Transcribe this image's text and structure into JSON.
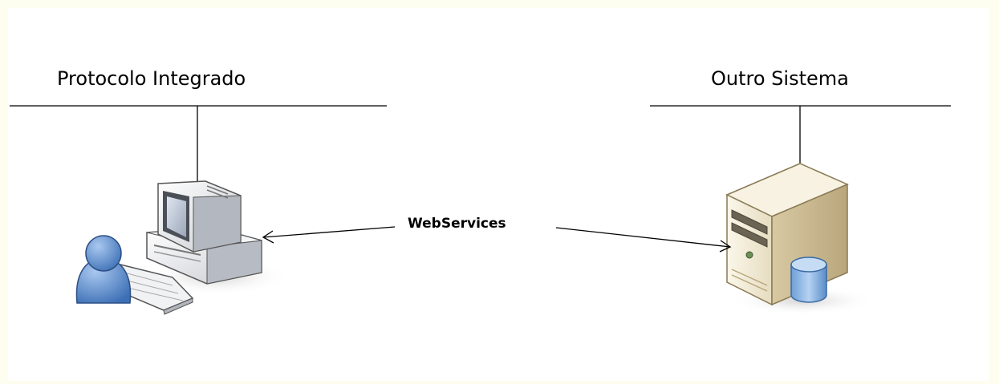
{
  "nodes": {
    "left": {
      "title": "Protocolo Integrado",
      "icon": "user-workstation-icon"
    },
    "right": {
      "title": "Outro Sistema",
      "icon": "database-server-icon"
    }
  },
  "connection": {
    "label": "WebServices",
    "direction": "bidirectional"
  },
  "colors": {
    "frame": "#fefef0",
    "background": "#ffffff",
    "line": "#000000",
    "user": "#5b8fd0",
    "server": "#e8dcc0",
    "database": "#86b2e0"
  }
}
